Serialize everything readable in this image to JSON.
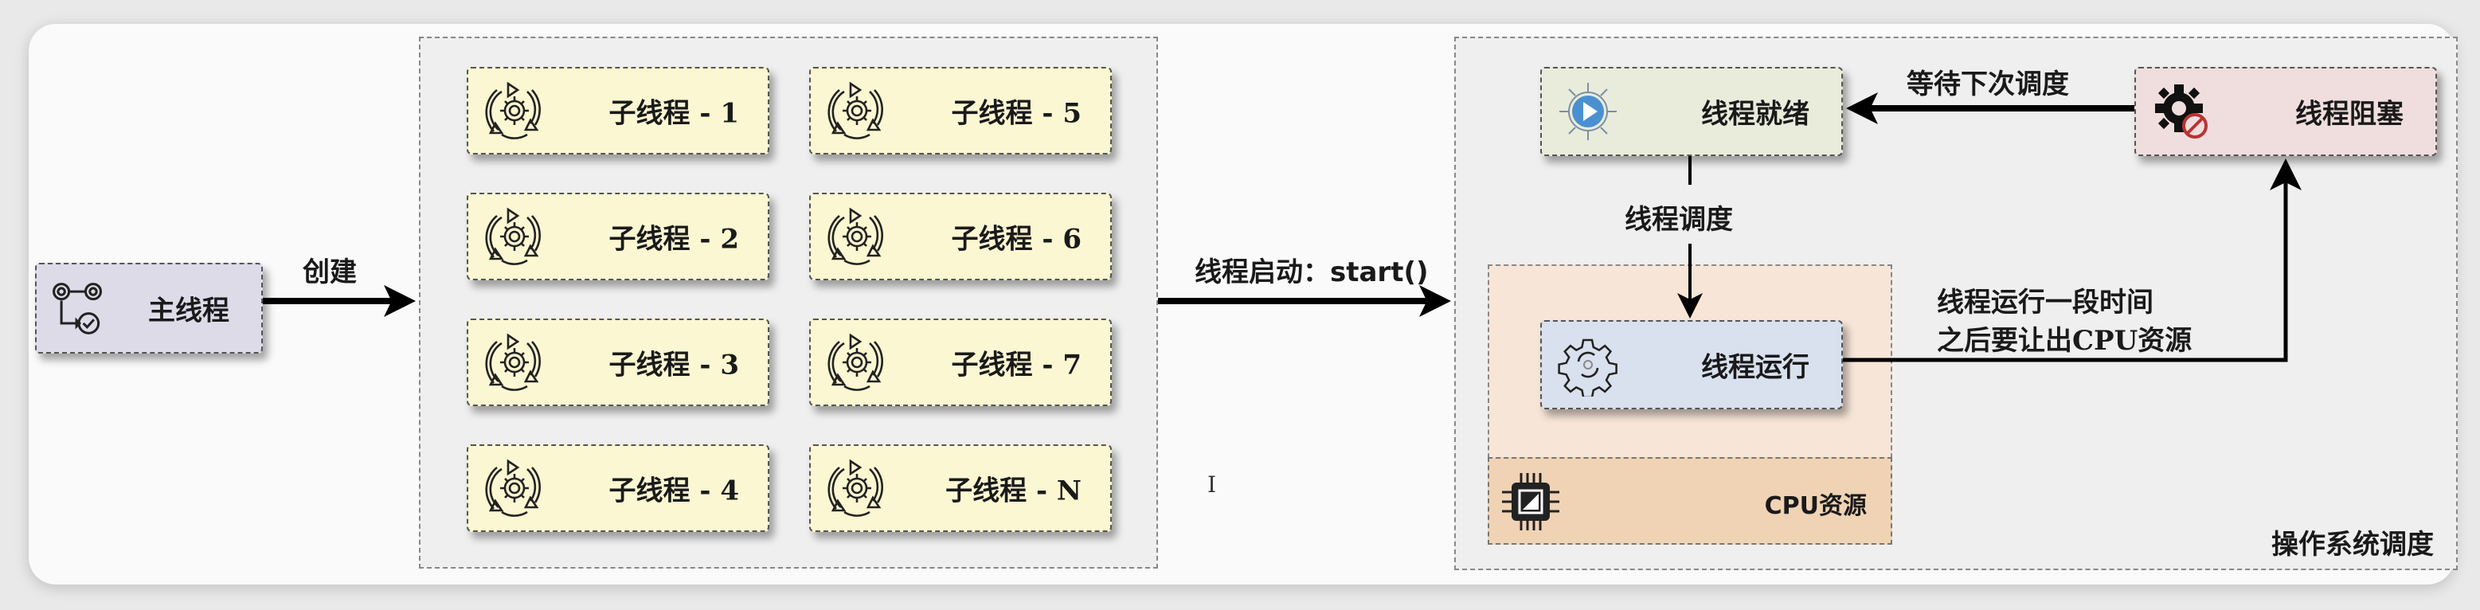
{
  "main_thread": {
    "label": "主线程",
    "icon": "gears-flow-icon",
    "color": "#dedbe9"
  },
  "create_edge": {
    "label": "创建"
  },
  "child_threads": [
    {
      "label": "子线程 - 1"
    },
    {
      "label": "子线程 - 2"
    },
    {
      "label": "子线程 - 3"
    },
    {
      "label": "子线程 - 4"
    },
    {
      "label": "子线程 - 5"
    },
    {
      "label": "子线程 - 6"
    },
    {
      "label": "子线程 - 7"
    },
    {
      "label": "子线程 - N"
    }
  ],
  "child_color": "#fbf7d2",
  "start_edge": {
    "label": "线程启动：",
    "code": "start()"
  },
  "os_group": {
    "label": "操作系统调度",
    "ready": {
      "label": "线程就绪",
      "color": "#e9ecdb"
    },
    "blocked": {
      "label": "线程阻塞",
      "color": "#f0dede"
    },
    "running": {
      "label": "线程运行",
      "color": "#d9e1ee"
    },
    "cpu_panel": {
      "label": "CPU资源",
      "bg": "#f7e6d8",
      "footer": "#f0d3b4"
    },
    "edges": {
      "wait": "等待下次调度",
      "schedule": "线程调度",
      "yield_line1": "线程运行一段时间",
      "yield_line2": "之后要让出CPU资源"
    }
  },
  "cursor": "I"
}
